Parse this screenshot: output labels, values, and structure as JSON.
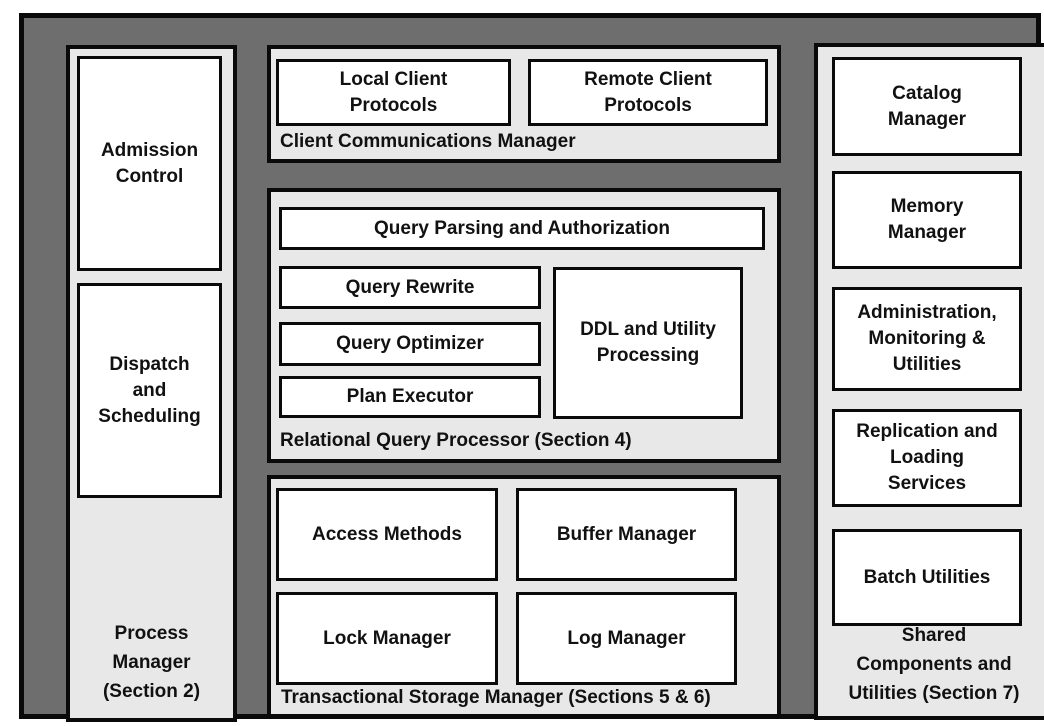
{
  "colors": {
    "page_background": "#ffffff",
    "frame_fill": "#6e6e6e",
    "panel_fill": "#e8e8e8",
    "box_fill": "#ffffff",
    "border": "#000000",
    "text": "#111111"
  },
  "panels": {
    "process_manager": {
      "caption": "Process\nManager\n(Section 2)",
      "boxes": [
        "Admission\nControl",
        "Dispatch\nand\nScheduling"
      ]
    },
    "client_communications": {
      "caption": "Client Communications Manager",
      "boxes": [
        "Local Client\nProtocols",
        "Remote Client\nProtocols"
      ]
    },
    "relational_query_processor": {
      "caption": "Relational Query Processor (Section 4)",
      "boxes": [
        "Query Parsing and Authorization",
        "Query Rewrite",
        "Query Optimizer",
        "Plan Executor",
        "DDL and Utility\nProcessing"
      ]
    },
    "transactional_storage_manager": {
      "caption": "Transactional Storage Manager (Sections 5 & 6)",
      "boxes": [
        "Access Methods",
        "Buffer Manager",
        "Lock Manager",
        "Log Manager"
      ]
    },
    "shared_components": {
      "caption": "Shared\nComponents and\nUtilities (Section 7)",
      "boxes": [
        "Catalog\nManager",
        "Memory\nManager",
        "Administration,\nMonitoring &\nUtilities",
        "Replication and\nLoading\nServices",
        "Batch Utilities"
      ]
    }
  }
}
